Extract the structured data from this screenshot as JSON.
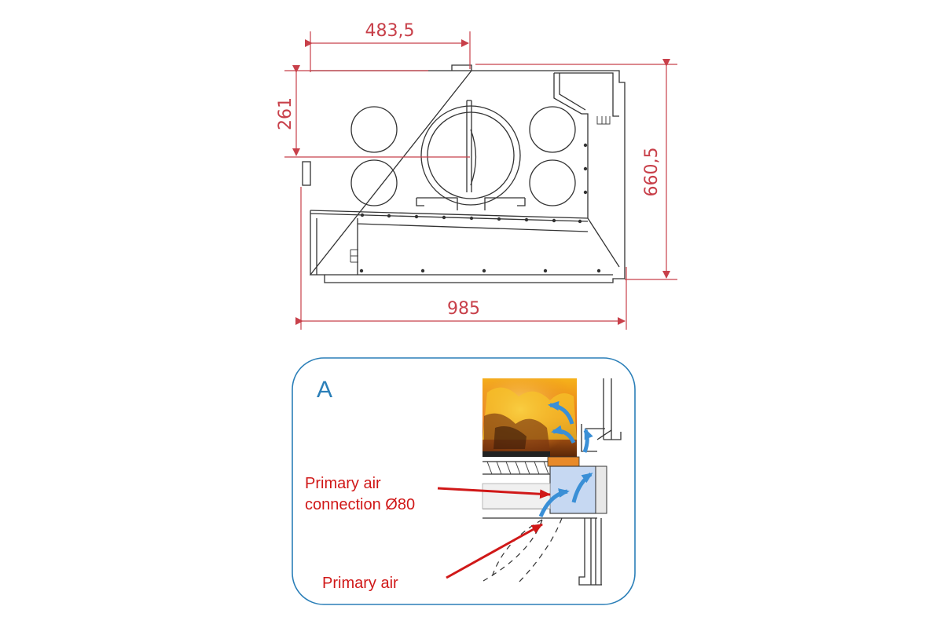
{
  "drawing": {
    "dims": {
      "depth_offset": "483,5",
      "height_partial": "261",
      "height_total": "660,5",
      "width_total": "985"
    }
  },
  "detail": {
    "letter": "A",
    "labels": {
      "connection_line1": "Primary air",
      "connection_line2": "connection Ø80",
      "primary_air": "Primary air"
    }
  },
  "colors": {
    "dimension": "#c8404a",
    "label": "#d01818",
    "panel_border": "#2b7fb8",
    "airflow": "#3a8fd6",
    "insulation": "#e88a2a"
  }
}
